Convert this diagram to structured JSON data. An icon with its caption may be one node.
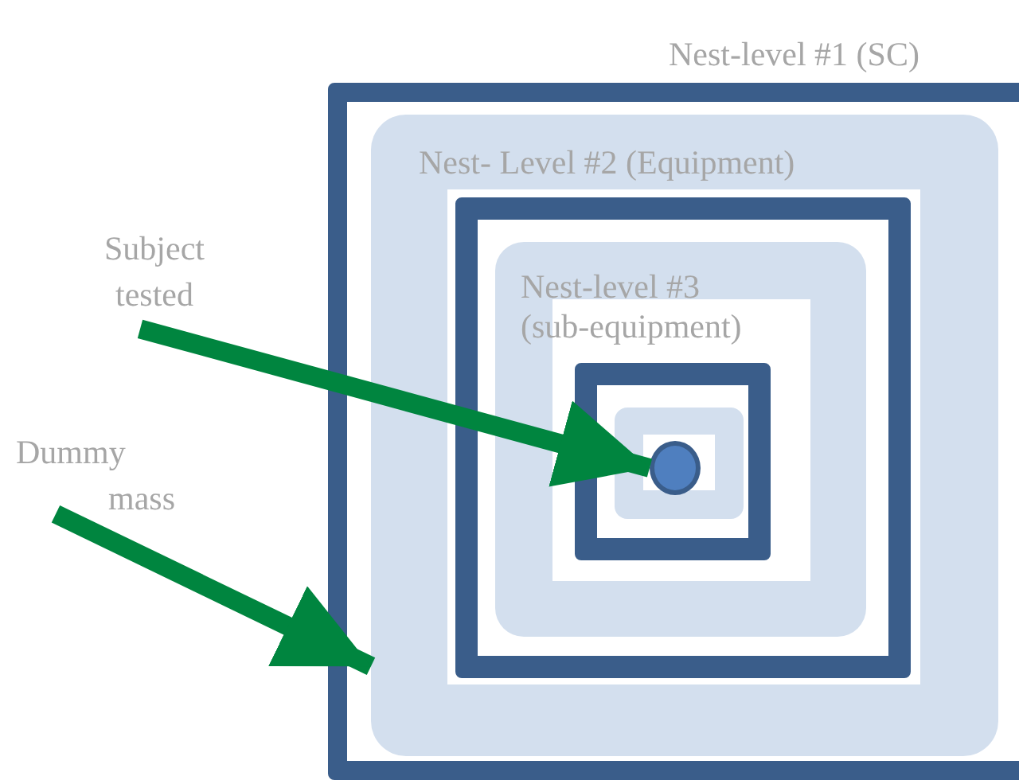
{
  "diagram": {
    "nodes": [
      {
        "text": [
          "Nest-level #1 (SC)"
        ]
      },
      {
        "text": [
          "Nest- Level #2 (Equipment)"
        ],
        "in": 0
      },
      {
        "text": [],
        "shape": "box",
        "in": 1
      },
      {
        "text": [
          "Nest-level #3 (sub-equipment)"
        ],
        "in": 2
      },
      {
        "text": [],
        "shape": "box",
        "in": 3
      },
      {
        "text": [],
        "shape": "box",
        "in": 4
      },
      {
        "text": [],
        "shape": "circle",
        "in": 5
      },
      {
        "text": [
          "Subject tested"
        ]
      },
      {
        "text": [
          "Dummy mass"
        ]
      }
    ],
    "edges": [
      {
        "from": 7,
        "to": 6,
        "arrow": "to"
      },
      {
        "from": 8,
        "to": 1,
        "arrow": "to"
      }
    ]
  }
}
